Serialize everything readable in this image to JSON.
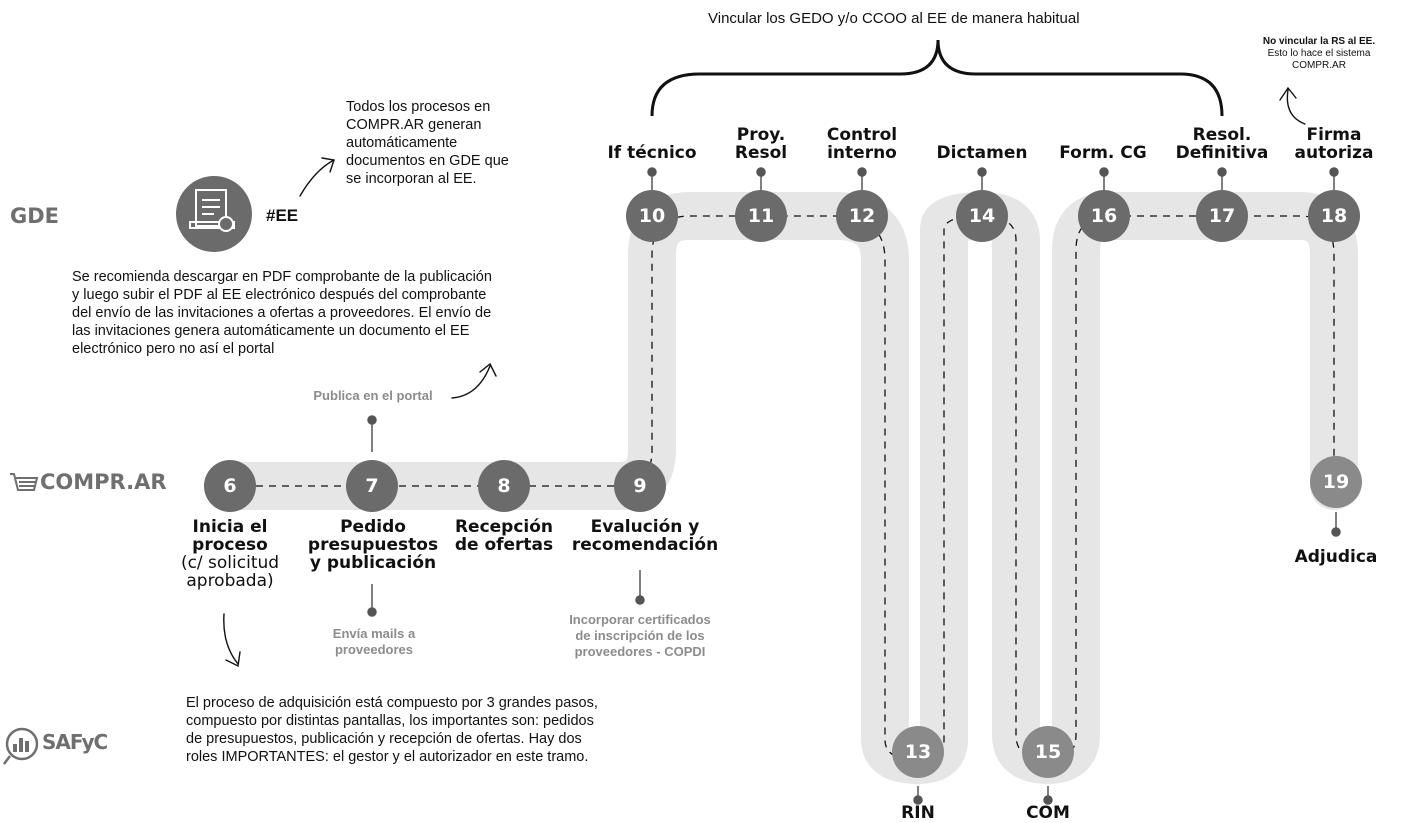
{
  "top_brace_text": "Vincular los GEDO y/o CCOO al EE de manera habitual",
  "top_right_note": [
    "No vincular la RS al EE.",
    "Esto lo hace el sistema",
    "COMPR.AR"
  ],
  "row_labels": {
    "gde": "GDE",
    "comprar": "COMPR.AR",
    "safyc": "SAFyC"
  },
  "gde_note": [
    "Todos los procesos en",
    "COMPR.AR generan",
    "automáticamente",
    "documentos en GDE que",
    "se incorporan al EE."
  ],
  "ee_tag": "#EE",
  "pdf_note": [
    "Se recomienda descargar en PDF comprobante de la publicación",
    "y luego subir el PDF al EE electrónico después del comprobante",
    "del envío de las invitaciones a ofertas a proveedores. El envío de",
    "las invitaciones genera automáticamente un documento el EE",
    "electrónico pero no así el portal"
  ],
  "publica_label": "Publica en el portal",
  "envia_label": [
    "Envía mails a",
    "proveedores"
  ],
  "incorporar_label": [
    "Incorporar certificados",
    "de inscripción de los",
    "proveedores - COPDI"
  ],
  "process_note": [
    "El proceso de adquisición está compuesto por 3 grandes pasos,",
    "compuesto por distintas pantallas, los importantes son: pedidos",
    "de presupuestos, publicación y recepción de ofertas. Hay dos",
    "roles IMPORTANTES: el gestor y el autorizador en este tramo."
  ],
  "steps": [
    {
      "n": "6",
      "label": [
        "Inicia el",
        "proceso"
      ],
      "sub": [
        "(c/ solicitud",
        "aprobada)"
      ]
    },
    {
      "n": "7",
      "label": [
        "Pedido",
        "presupuestos",
        "y publicación"
      ]
    },
    {
      "n": "8",
      "label": [
        "Recepción",
        "de ofertas"
      ]
    },
    {
      "n": "9",
      "label": [
        "Evalución y",
        "recomendación"
      ]
    },
    {
      "n": "10",
      "label": [
        "If técnico"
      ]
    },
    {
      "n": "11",
      "label": [
        "Proy.",
        "Resol"
      ]
    },
    {
      "n": "12",
      "label": [
        "Control",
        "interno"
      ]
    },
    {
      "n": "13",
      "label": [
        "RIN"
      ]
    },
    {
      "n": "14",
      "label": [
        "Dictamen"
      ]
    },
    {
      "n": "15",
      "label": [
        "COM"
      ]
    },
    {
      "n": "16",
      "label": [
        "Form. CG"
      ]
    },
    {
      "n": "17",
      "label": [
        "Resol.",
        "Definitiva"
      ]
    },
    {
      "n": "18",
      "label": [
        "Firma",
        "autoriza"
      ]
    },
    {
      "n": "19",
      "label": [
        "Adjudica"
      ]
    }
  ],
  "colors": {
    "track": "#e6e6e6",
    "node": "#6b6b6b",
    "node_light": "#8a8a8a",
    "gray_text": "#8c8c8c"
  }
}
